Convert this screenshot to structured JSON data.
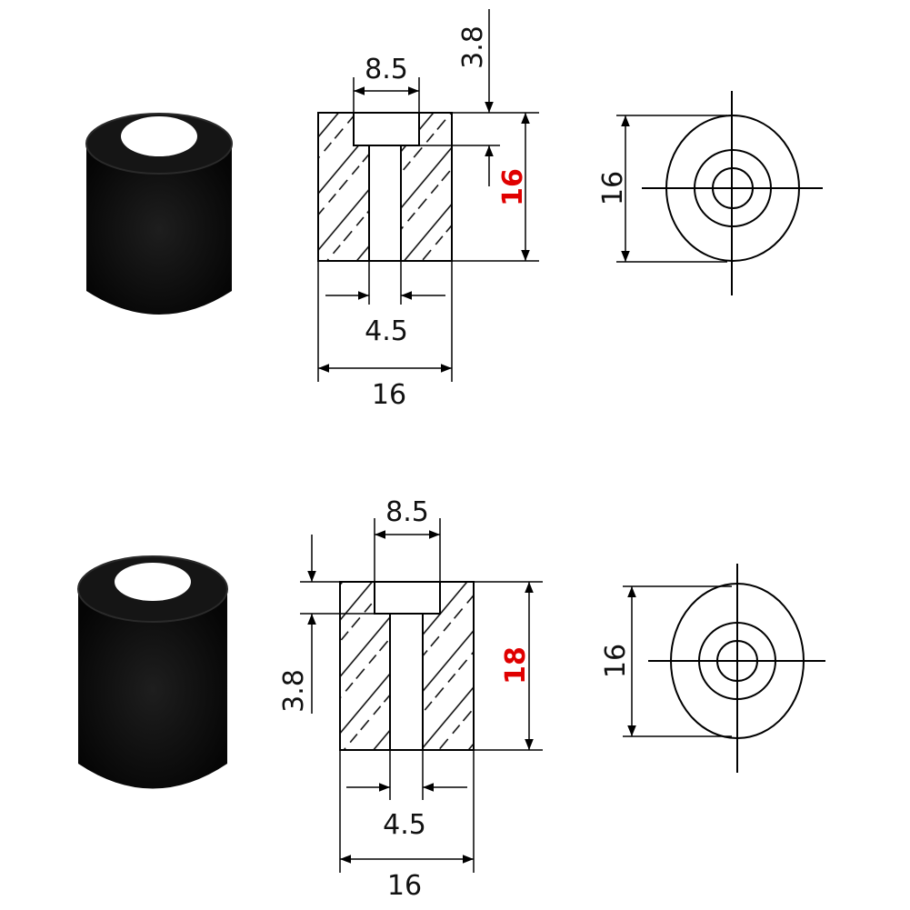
{
  "colors": {
    "highlight": "#e00000",
    "part": "#0b0b0b",
    "line": "#000000"
  },
  "top": {
    "counterbore_diameter": "8.5",
    "counterbore_depth": "3.8",
    "height": "16",
    "hole_diameter": "4.5",
    "outer_diameter": "16",
    "end_view_diameter": "16"
  },
  "bottom": {
    "counterbore_diameter": "8.5",
    "counterbore_depth": "3.8",
    "height": "18",
    "hole_diameter": "4.5",
    "outer_diameter": "16",
    "end_view_diameter": "16"
  }
}
